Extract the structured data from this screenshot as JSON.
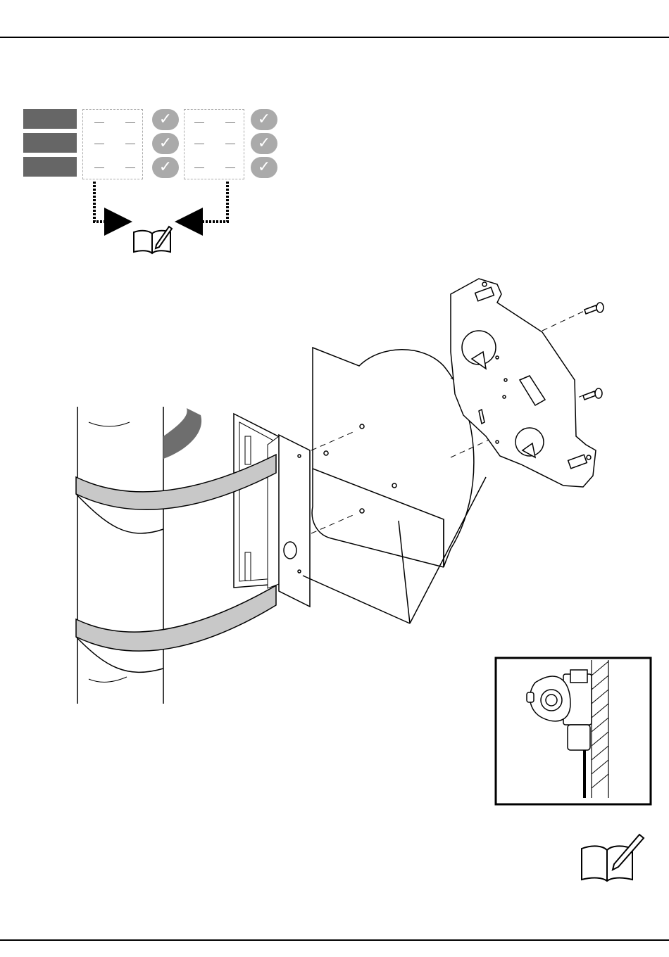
{
  "page": {
    "rules": [
      "top-rule",
      "bottom-rule"
    ]
  },
  "checklist": {
    "rows": 3,
    "columns": 2,
    "check_glyph": "✓",
    "check_color": "#aaaaaa",
    "label_box_color": "#666666"
  },
  "icons": [
    "manual-book-pen-icon",
    "check-icon"
  ],
  "illustration": {
    "strap_color": "#c8c8c8",
    "pole_cutout_color": "#6e6e6e"
  }
}
